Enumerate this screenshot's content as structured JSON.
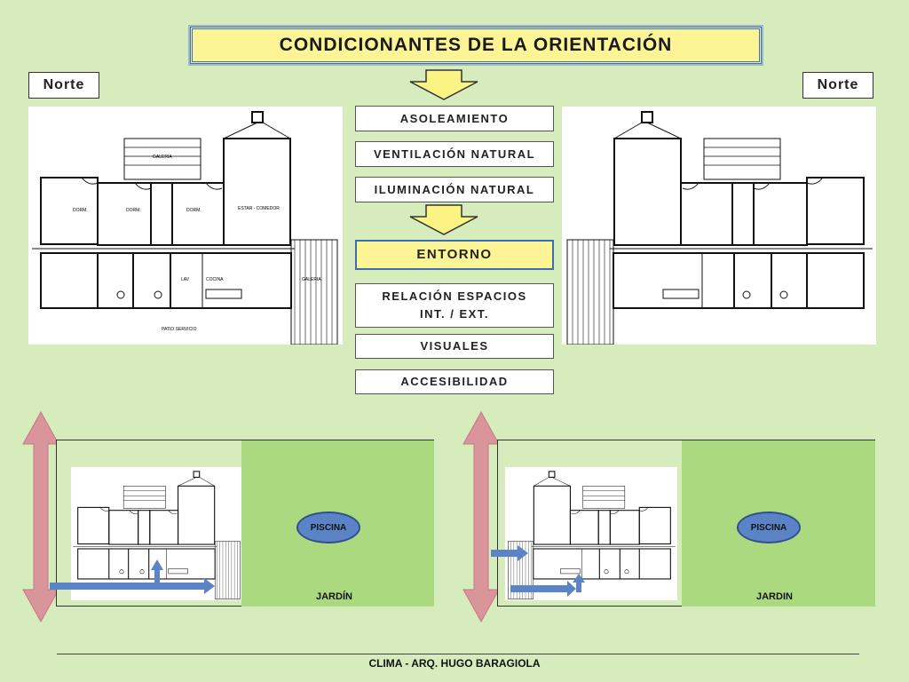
{
  "title": "CONDICIONANTES DE LA ORIENTACIÓN",
  "north_label": "Norte",
  "factors": [
    {
      "label": "ASOLEAMIENTO"
    },
    {
      "label": "VENTILACIÓN NATURAL"
    },
    {
      "label": "ILUMINACIÓN NATURAL"
    }
  ],
  "entorno": "ENTORNO",
  "entorno_items": [
    {
      "line1": "RELACIÓN ESPACIOS",
      "line2": "INT. / EXT."
    },
    {
      "line1": "VISUALES",
      "line2": ""
    },
    {
      "line1": "ACCESIBILIDAD",
      "line2": ""
    }
  ],
  "sites": [
    {
      "pool": "PISCINA",
      "garden": "JARDÍN"
    },
    {
      "pool": "PISCINA",
      "garden": "JARDIN"
    }
  ],
  "plan_labels": {
    "galeria": "GALERIA",
    "dormitorio": "DORM.",
    "estar": "ESTAR - COMEDOR",
    "cocina": "COCINA",
    "lav": "LAV",
    "servicio": "PATIO SERVICIO"
  },
  "footer": "CLIMA -  ARQ. HUGO BARAGIOLA",
  "colors": {
    "background": "#d6ecbd",
    "title_fill": "#fdf495",
    "arrow_yellow": "#fbf484",
    "arrow_pink": "#d9959a",
    "arrow_blue": "#5b84c7",
    "garden": "#aad97f"
  }
}
